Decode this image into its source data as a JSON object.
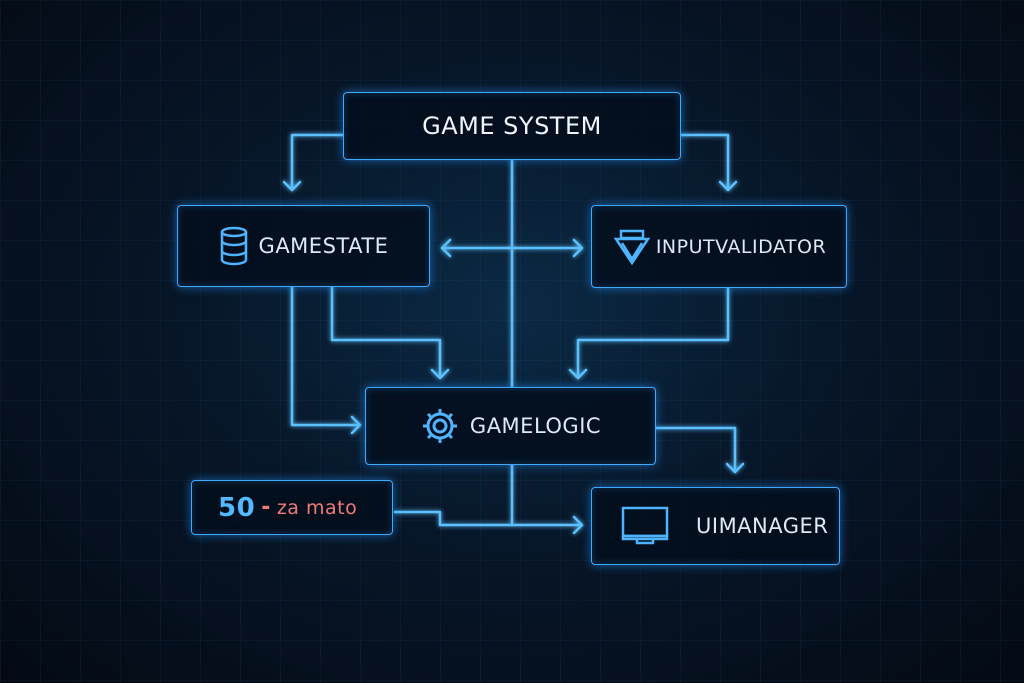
{
  "title": "GAME SYSTEM",
  "nodes": {
    "gamestate": {
      "label": "GAMESTATE",
      "icon": "database-icon"
    },
    "inputvalidator": {
      "label": "INPUTVALIDATOR",
      "icon": "shield-icon"
    },
    "gamelogic": {
      "label": "GAMELOGIC",
      "icon": "gear-icon"
    },
    "uimanager": {
      "label": "UIMANAGER",
      "icon": "monitor-icon"
    }
  },
  "message": {
    "number": "50",
    "dash": "-",
    "text": "za mato"
  },
  "colors": {
    "accent": "#3fa9ff",
    "text": "#dfe9f5",
    "number": "#52b8ff",
    "warning": "#f07a7a"
  }
}
